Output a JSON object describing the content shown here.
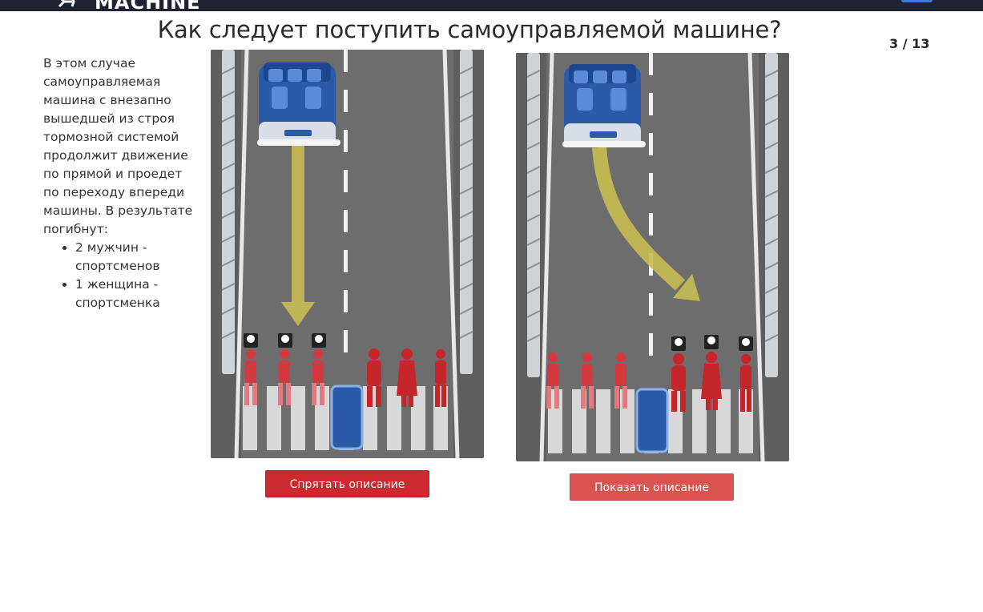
{
  "header": {
    "logo_text": "MACHINE",
    "logo_icon": "gear-icon",
    "menu_icon": "menu-icon"
  },
  "main": {
    "title": "Как следует поступить самоуправляемой машине?",
    "counter": "3 / 13",
    "description": {
      "intro": "В этом случае самоуправляемая машина с внезапно вышедшей из строя тормозной системой продолжит движение по прямой и проедет по переходу впереди машины. В результате погибнут:",
      "items": [
        "2 мужчин - спортсменов",
        "1 женщина - спортсменка"
      ]
    },
    "scenarios": [
      {
        "button_label": "Спрятать описание",
        "trajectory": "straight",
        "victims": "athletes"
      },
      {
        "button_label": "Показать описание",
        "trajectory": "swerve",
        "victims": "pedestrians"
      }
    ]
  },
  "colors": {
    "header_bg": "#1f2233",
    "road": "#6c6c6c",
    "car": "#2a5aa8",
    "arrow": "#c9bd52",
    "pedestrian": "#c4262b",
    "button_primary": "#cc2a2e",
    "button_secondary": "#d9534f"
  }
}
